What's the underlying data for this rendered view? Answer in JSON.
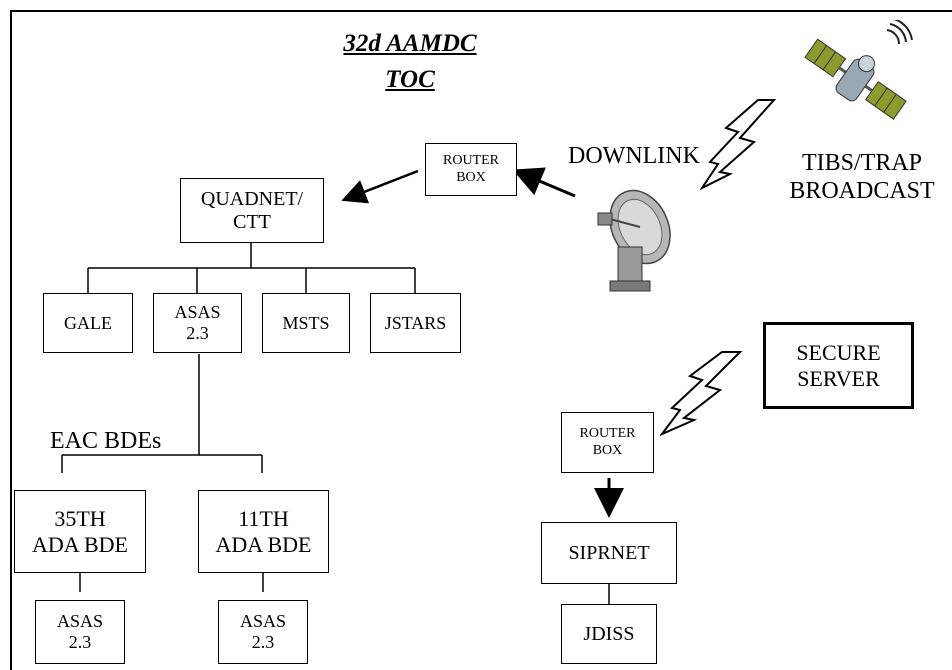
{
  "title": {
    "line1": "32d AAMDC",
    "line2": "TOC"
  },
  "nodes": {
    "router_box_top": "ROUTER\nBOX",
    "quadnet": "QUADNET/\nCTT",
    "gale": "GALE",
    "asas_main": "ASAS\n2.3",
    "msts": "MSTS",
    "jstars": "JSTARS",
    "bde_35": "35TH\nADA BDE",
    "bde_11": "11TH\nADA BDE",
    "asas_35": "ASAS\n2.3",
    "asas_11": "ASAS\n2.3",
    "secure_server": "SECURE\nSERVER",
    "router_box_bottom": "ROUTER\nBOX",
    "siprnet": "SIPRNET",
    "jdiss": "JDISS"
  },
  "labels": {
    "downlink": "DOWNLINK",
    "tibs": "TIBS/TRAP\nBROADCAST",
    "eac": "EAC BDEs"
  },
  "icons": {
    "satellite": "satellite-icon",
    "dish": "satellite-dish-icon",
    "lightning_top": "lightning-bolt-icon",
    "lightning_bottom": "lightning-bolt-icon"
  }
}
